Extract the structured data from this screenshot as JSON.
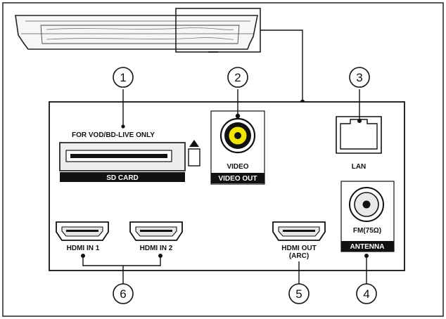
{
  "labels": {
    "sd_note": "FOR VOD/BD-LIVE ONLY",
    "sd_card": "SD CARD",
    "video": "VIDEO",
    "video_out": "VIDEO OUT",
    "lan": "LAN",
    "fm": "FM(75Ω)",
    "antenna": "ANTENNA",
    "hdmi_in_1": "HDMI IN 1",
    "hdmi_in_2": "HDMI IN 2",
    "hdmi_out": "HDMI OUT",
    "arc": "(ARC)"
  },
  "callouts": [
    "1",
    "2",
    "3",
    "4",
    "5",
    "6"
  ],
  "icons": {
    "eject": "eject-icon",
    "rca": "rca-jack-icon",
    "lan": "ethernet-port-icon",
    "antenna": "coaxial-jack-icon",
    "hdmi": "hdmi-port-icon"
  },
  "colors": {
    "line": "#111111",
    "panel_bg": "#ffffff",
    "label_bar": "#111111",
    "rca_center": "#f2e600",
    "port_fill": "#e6e6e6"
  }
}
